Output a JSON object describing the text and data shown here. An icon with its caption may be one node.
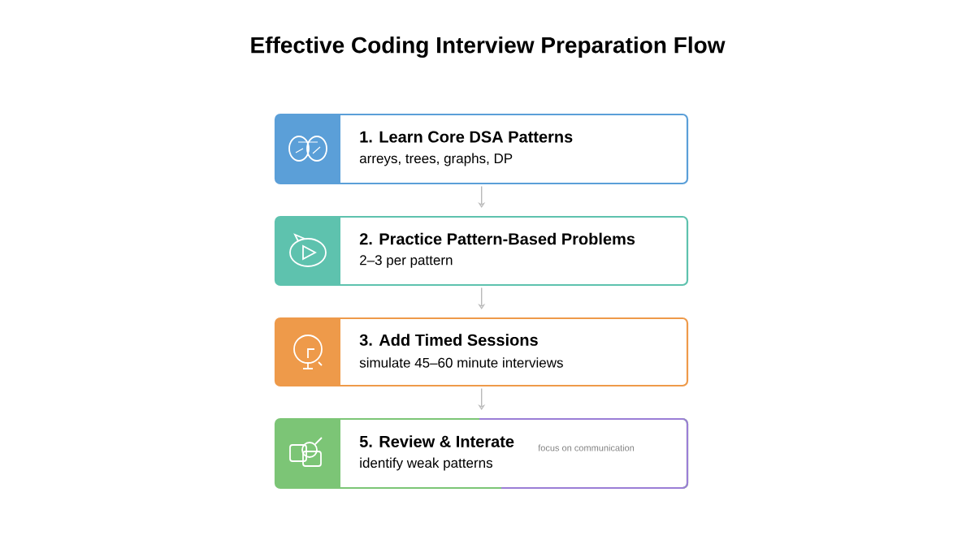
{
  "diagram": {
    "title": "Effective Coding Interview Preparation Flow",
    "nodes": [
      {
        "text": [
          "1. Learn Core DSA Patterns",
          "arreys, trees, graphs, DP"
        ]
      },
      {
        "text": [
          "2. Practice Pattern-Based Problems",
          "2–3 per pattern"
        ]
      },
      {
        "text": [
          "3. Add Timed Sessions",
          "simulate 45–60 minute interviews"
        ]
      },
      {
        "text": [
          "5. Review & Interate",
          "identify weak patterns",
          "focus on communication"
        ]
      }
    ],
    "edges": [
      {
        "from": 0,
        "to": 1,
        "arrow": "to"
      },
      {
        "from": 1,
        "to": 2,
        "arrow": "to"
      },
      {
        "from": 2,
        "to": 3,
        "arrow": "to"
      }
    ]
  }
}
